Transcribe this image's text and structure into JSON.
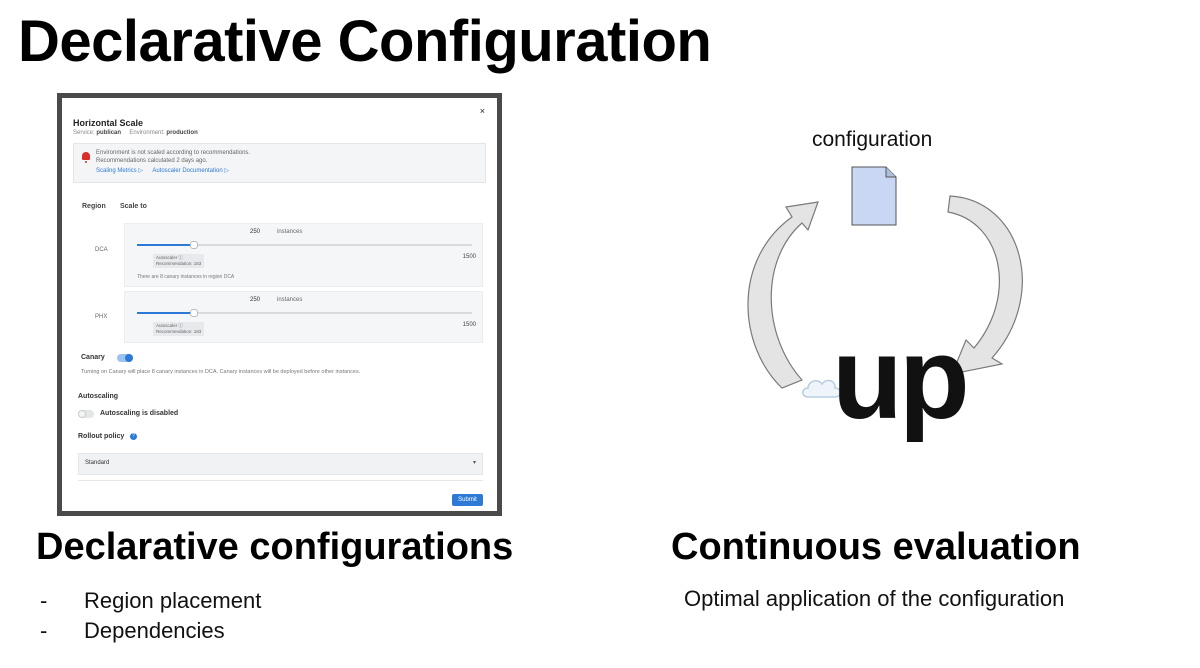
{
  "slide": {
    "title": "Declarative Configuration",
    "left_heading": "Declarative configurations",
    "bullets": [
      "Region placement",
      "Dependencies"
    ],
    "bullet_marker": "-",
    "right_heading": "Continuous evaluation",
    "right_subtitle": "Optimal application of the configuration"
  },
  "dialog": {
    "close": "×",
    "title": "Horizontal Scale",
    "service_label": "Service:",
    "service_value": "publican",
    "env_label": "Environment:",
    "env_value": "production",
    "alert": {
      "line1": "Environment is not scaled according to recommendations.",
      "line2": "Recommendations calculated 2 days ago.",
      "link1": "Scaling Metrics ▷",
      "link2": "Autoscaler Documentation ▷"
    },
    "col_region": "Region",
    "col_scale": "Scale to",
    "regions": [
      {
        "name": "DCA",
        "instances": "250",
        "unit": "instances",
        "max": "1500",
        "level_fraction": 0.1667,
        "rec_line1": "Autoscaler ⓘ",
        "rec_line2": "Recommendation: 183",
        "note": "There are 8 canary instances in region DCA"
      },
      {
        "name": "PHX",
        "instances": "250",
        "unit": "instances",
        "max": "1500",
        "level_fraction": 0.1667,
        "rec_line1": "Autoscaler ⓘ",
        "rec_line2": "Recommendation: 183"
      }
    ],
    "canary_label": "Canary",
    "canary_on": true,
    "canary_note": "Turning on Canary will place 8 canary instances in DCA. Canary instances will be deployed before other instances.",
    "autoscaling_label": "Autoscaling",
    "autoscaling_state": "Autoscaling is disabled",
    "rollout_label": "Rollout policy",
    "rollout_help": "?",
    "rollout_value": "Standard",
    "rollout_caret": "▾",
    "submit": "Submit"
  },
  "diagram": {
    "config_label": "configuration",
    "logo_text": "up"
  },
  "colors": {
    "accent": "#2d7ad6",
    "document_fill": "#c9d7f5",
    "arrow_fill": "#e4e4e4",
    "arrow_stroke": "#7a7a7a"
  }
}
